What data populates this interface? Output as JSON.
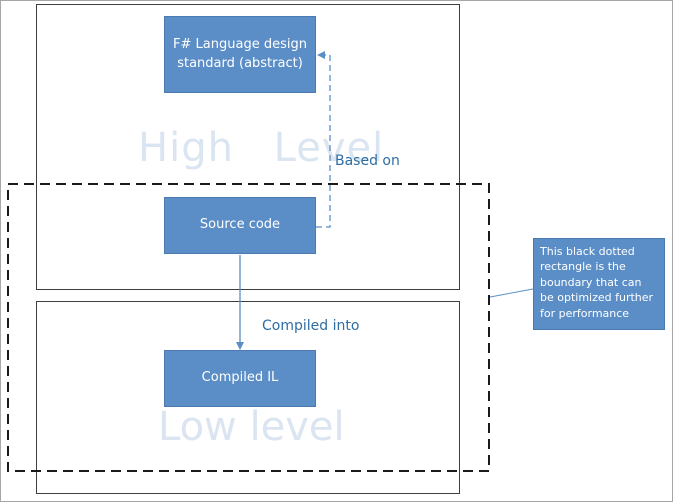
{
  "regions": {
    "high": {
      "label": "High Level"
    },
    "low": {
      "label": "Low level"
    }
  },
  "boxes": {
    "fsharp_standard": "F# Language design standard (abstract)",
    "source_code": "Source code",
    "compiled_il": "Compiled IL"
  },
  "edges": {
    "based_on": "Based on",
    "compiled_into": "Compiled into"
  },
  "callout": {
    "text": "This black dotted rectangle is the boundary that can be optimized further for performance"
  },
  "colors": {
    "box_fill": "#5b8ec7",
    "box_border": "#4a7ab0",
    "box_text": "#ffffff",
    "region_border": "#3f3f3f",
    "boundary": "#1a1a1a",
    "connector": "#5b8ec7",
    "edge_label": "#2e6da4",
    "watermark": "#dbe5f1"
  }
}
